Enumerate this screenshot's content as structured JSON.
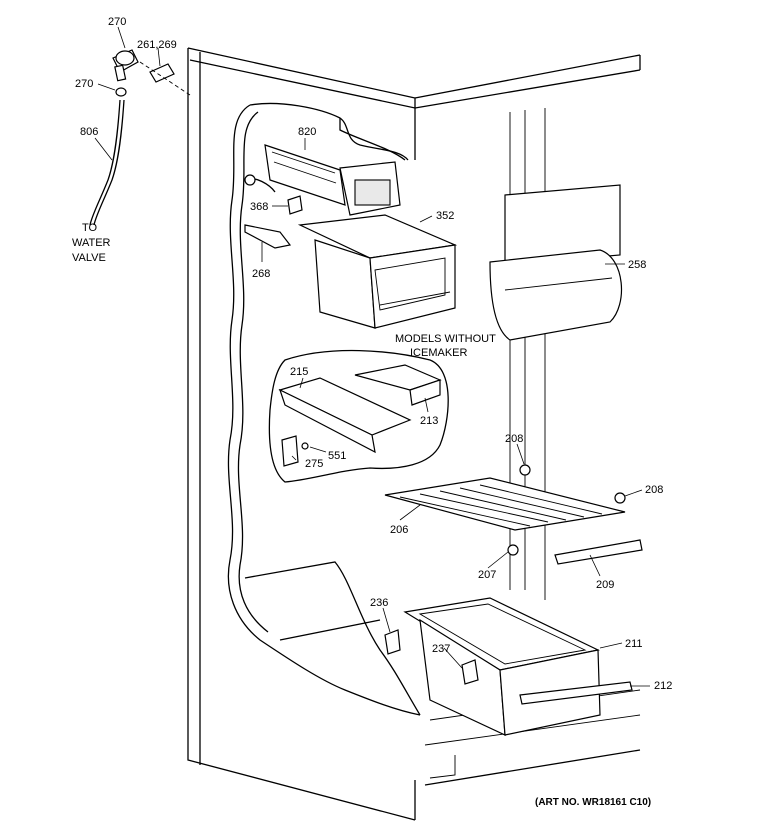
{
  "labels": {
    "p270a": "270",
    "p261": "261,269",
    "p270b": "270",
    "p806": "806",
    "water_to": "TO",
    "water_water": "WATER",
    "water_valve": "VALVE",
    "p820": "820",
    "p368": "368",
    "p352": "352",
    "p268": "268",
    "p258": "258",
    "models_line1": "MODELS WITHOUT",
    "models_line2": "ICEMAKER",
    "p215": "215",
    "p213": "213",
    "p551": "551",
    "p275": "275",
    "p208a": "208",
    "p208b": "208",
    "p206": "206",
    "p207": "207",
    "p209": "209",
    "p236": "236",
    "p237": "237",
    "p211": "211",
    "p212": "212",
    "art_no": "(ART NO. WR18161 C10)"
  }
}
